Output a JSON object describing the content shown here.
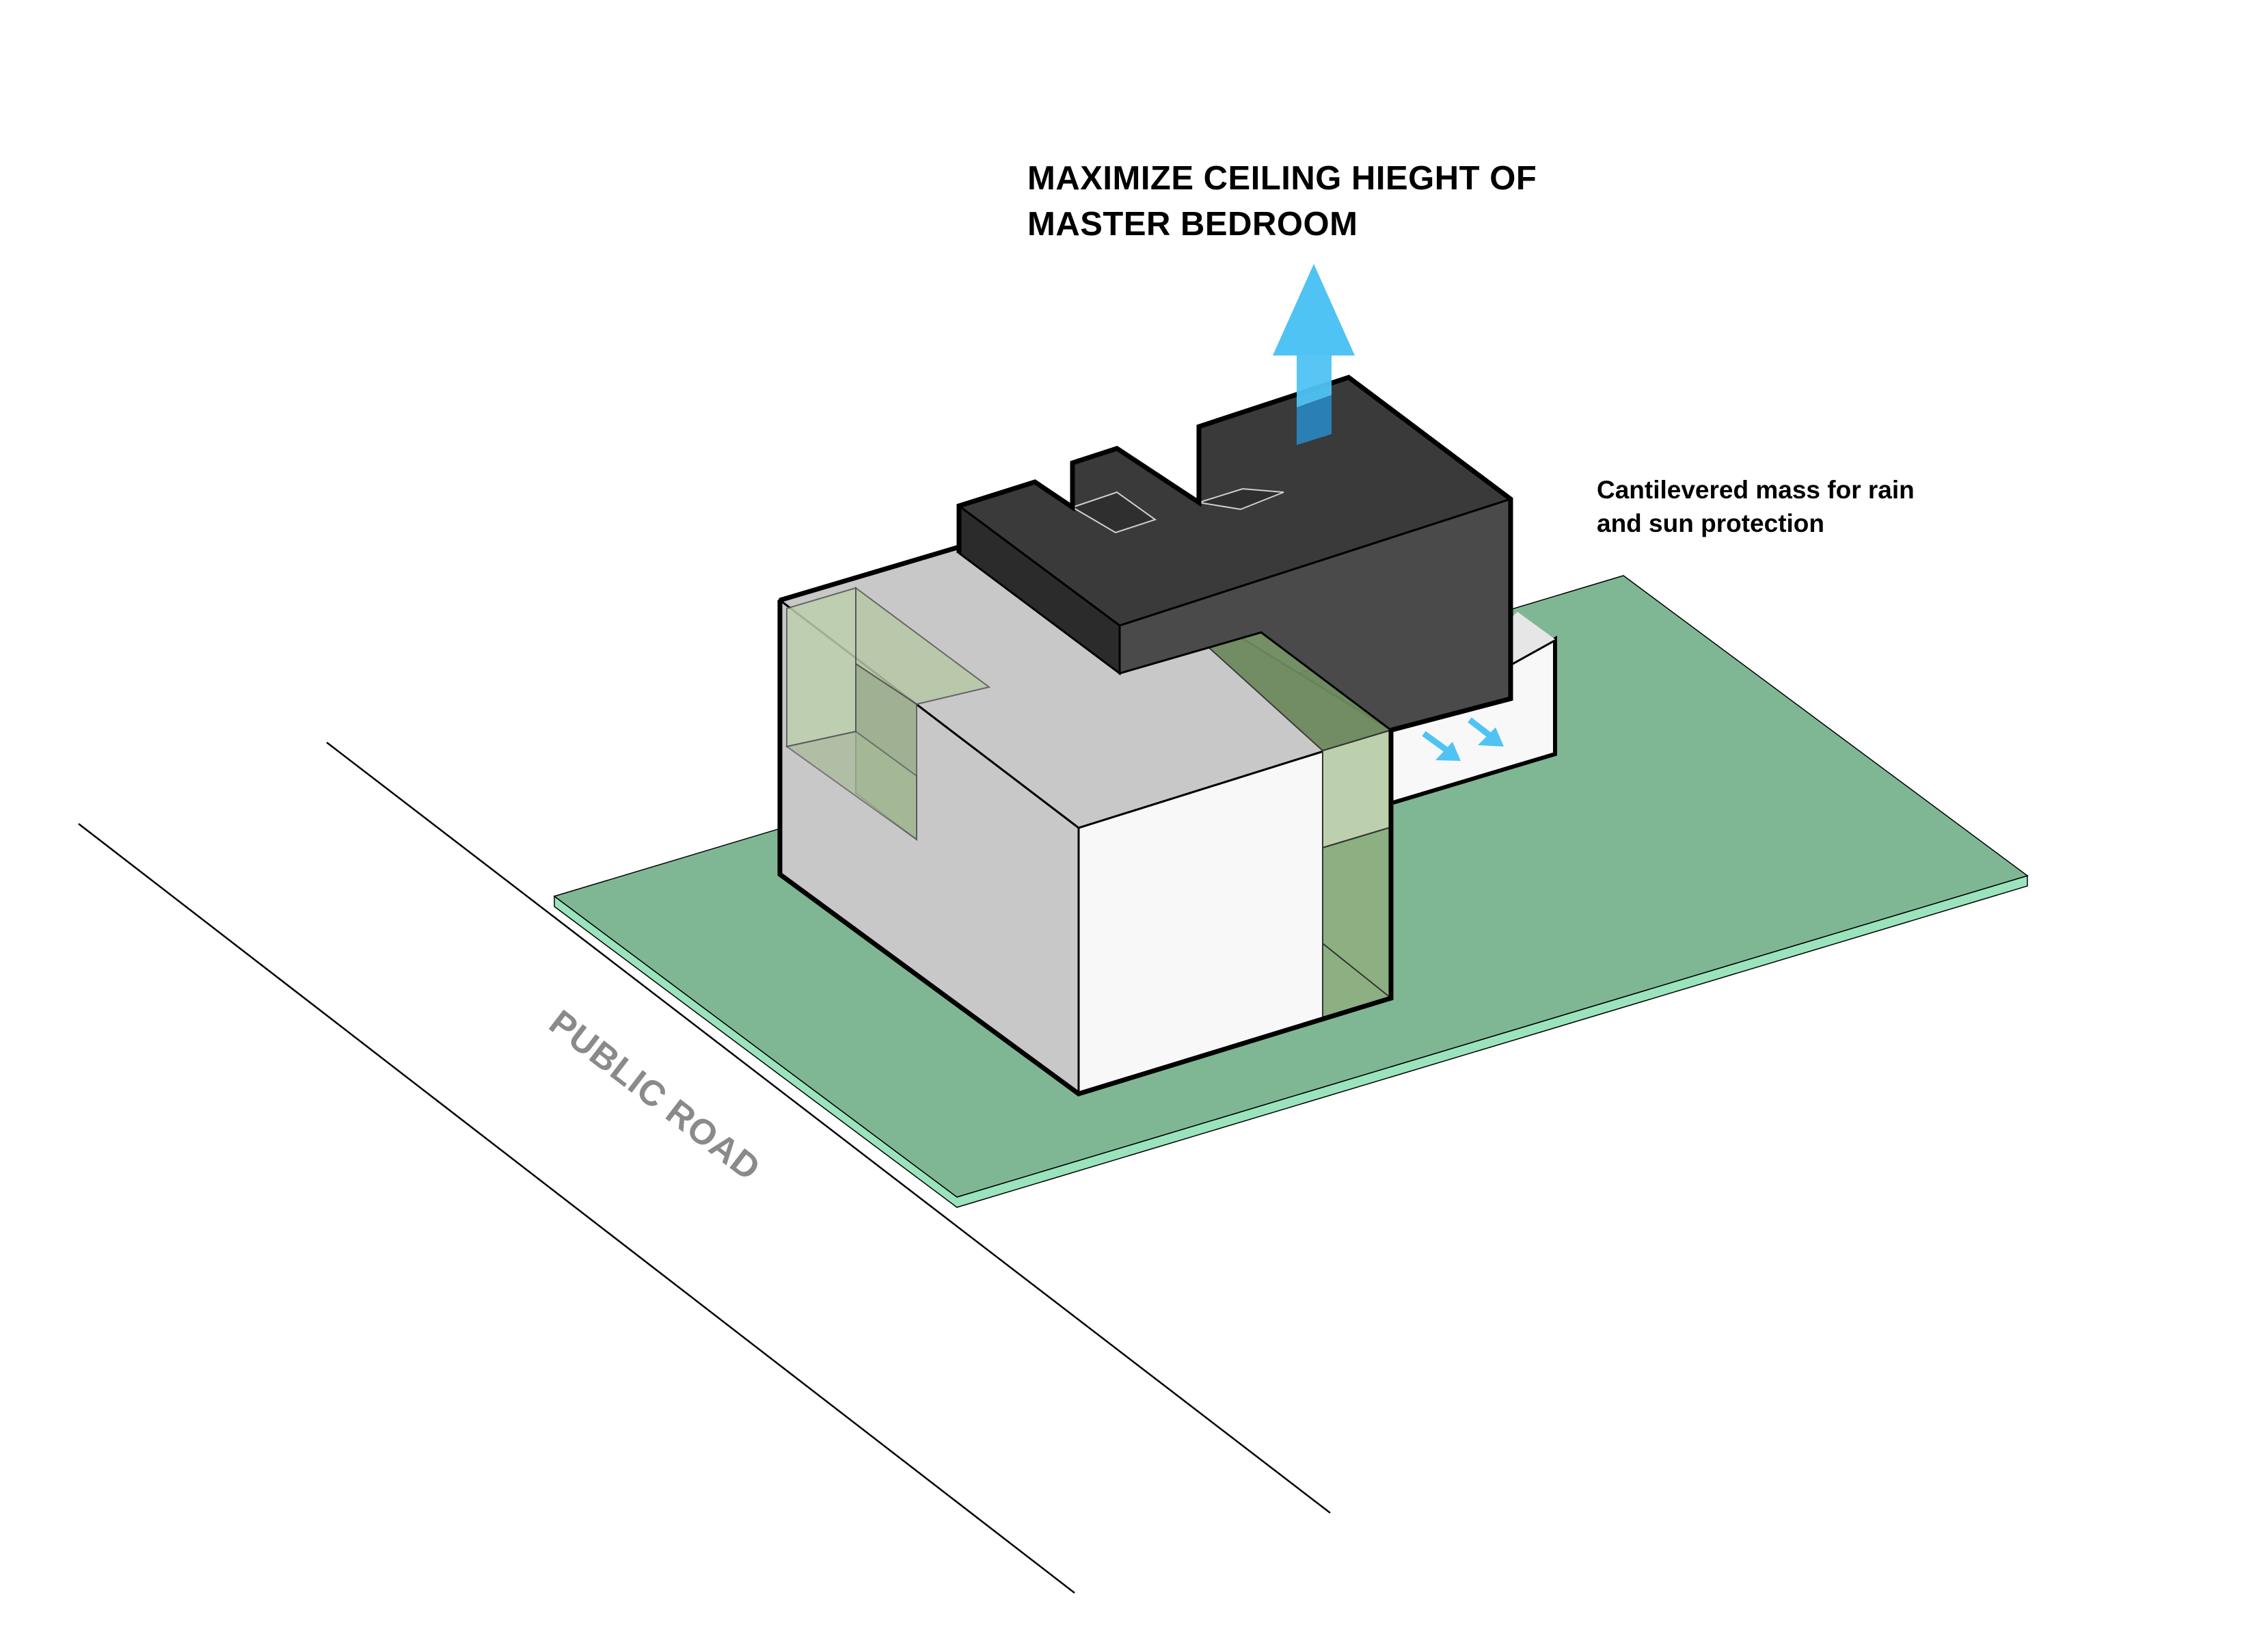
{
  "annotations": {
    "ceiling": {
      "line1": "MAXIMIZE CEILING HIEGHT OF",
      "line2": "MASTER BEDROOM"
    },
    "cantilever": {
      "line1": "Cantilevered mass for rain",
      "line2": "and sun protection"
    },
    "road": "PUBLIC ROAD"
  },
  "colors": {
    "site": "#7fb795",
    "site_edge": "#9be3bd",
    "upper_mass_top": "#3a3a3a",
    "upper_mass_side": "#4a4a4a",
    "upper_mass_front": "#2b2b2b",
    "lower_mass_top": "#c8c8c8",
    "lower_mass_side": "#f8f8f8",
    "glass": "#bcd0ad",
    "glass_dark": "#6e8a5e",
    "arrow": "#4fc3f3",
    "outline": "#000000"
  }
}
